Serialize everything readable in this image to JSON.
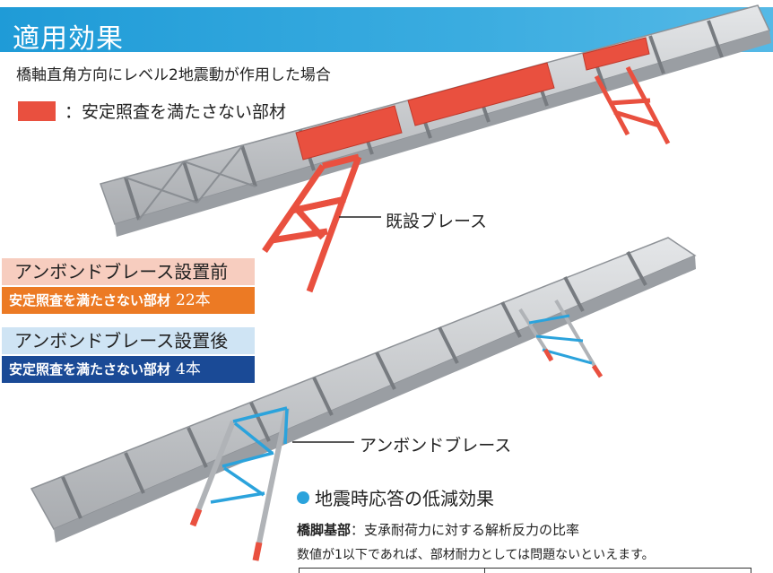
{
  "header": {
    "title": "適用効果"
  },
  "condition": "橋軸直角方向にレベル2地震動が作用した場合",
  "legend": {
    "text": "：安定照査を満たさない部材",
    "color": "#e9503f"
  },
  "labels": {
    "existing_brace": "既設ブレース",
    "unbonded_brace": "アンボンドブレース"
  },
  "before": {
    "heading": "アンボンドブレース設置前",
    "body": "安定照査を満たさない部材",
    "count": "22本"
  },
  "after": {
    "heading": "アンボンドブレース設置後",
    "body": "安定照査を満たさない部材",
    "count": "4本"
  },
  "effect": {
    "title": "地震時応答の低減効果",
    "pier_head": "橋脚基部",
    "pier_text": "：支承耐荷力に対する解析反力の比率",
    "note": "数値が1以下であれば、部材耐力としては問題ないといえます。"
  },
  "colors": {
    "header": "#1f9bd7",
    "failing": "#e9503f",
    "unbonded": "#2ba3dc",
    "steel": "#c9cbce"
  }
}
